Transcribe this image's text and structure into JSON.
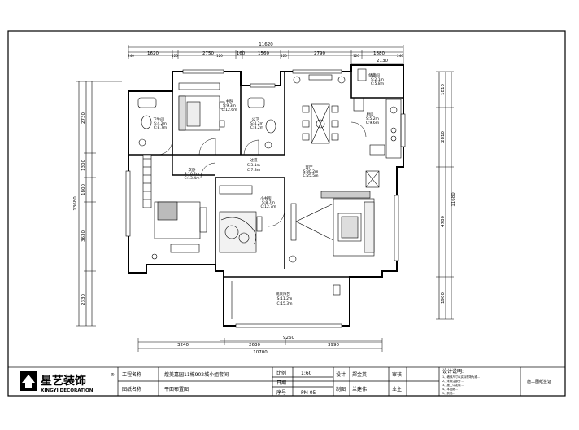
{
  "dimensions": {
    "top_total": "11620",
    "top_segments": [
      "1620",
      "2750",
      "160",
      "1560",
      "2790",
      "1880"
    ],
    "top_small": [
      "240",
      "120",
      "120",
      "120",
      "120",
      "240"
    ],
    "top_right_sub": "2130",
    "bottom_segments": [
      "3240",
      "2630",
      "3990"
    ],
    "bottom_sub": "9260",
    "bottom_total": "10700",
    "left_total": "13680",
    "left_segments": [
      "2730",
      "1300",
      "1800",
      "3630",
      "2330"
    ],
    "right_total": "11680",
    "right_segments": [
      "1810",
      "2810",
      "4780",
      "1900"
    ]
  },
  "rooms": {
    "storage": {
      "name": "储藏间",
      "l1": "S:2.1m",
      "l2": "C:5.8m"
    },
    "kitchen": {
      "name": "厨房",
      "l1": "S:5.2m",
      "l2": "C:9.6m"
    },
    "master": {
      "name": "主卧",
      "l1": "S:9.3m",
      "l2": "C:12.6m"
    },
    "bath1": {
      "name": "卫生间",
      "l1": "S:4.2m",
      "l2": "C:8.7m"
    },
    "bath2": {
      "name": "公卫",
      "l1": "S:4.2m",
      "l2": "C:8.2m"
    },
    "corridor": {
      "name": "过道",
      "l1": "S:3.1m",
      "l2": "C:7.8m"
    },
    "secondary": {
      "name": "次卧",
      "l1": "S:10.2m",
      "l2": "C:13.4m"
    },
    "living": {
      "name": "客厅",
      "l1": "S:30.2m",
      "l2": "C:25.5m"
    },
    "study": {
      "name": "小书房",
      "l1": "S:8.7m",
      "l2": "C:12.7m"
    },
    "balcony": {
      "name": "观景阳台",
      "l1": "S:11.2m",
      "l2": "C:15.3m"
    }
  },
  "title_block": {
    "brand_cn": "星艺装饰",
    "brand_en": "XINGYI DECORATION",
    "reg": "®",
    "project_label": "工程名称",
    "project_value": "煌美嘉园11栋902城小姐套间",
    "drawing_label": "图纸名称",
    "drawing_value": "平面布置图",
    "scale_label": "比例",
    "scale_value": "1:60",
    "date_label": "日期",
    "date_value": "",
    "seq_label": "序号",
    "seq_value": "PM 05",
    "design_label": "设计",
    "design_value": "郑金英",
    "draft_label": "制图",
    "draft_value": "兰建伟",
    "review_label": "审核",
    "review_value": "",
    "owner_label": "业主",
    "owner_value": "",
    "notes_title": "设计说明:",
    "notes": [
      "1、墙体尺寸以实际现场为准...",
      "2、未标注部分...",
      "3、施工中发现...",
      "4、本图纸...",
      "5、其他..."
    ],
    "stamp": "施工图纸签证"
  }
}
